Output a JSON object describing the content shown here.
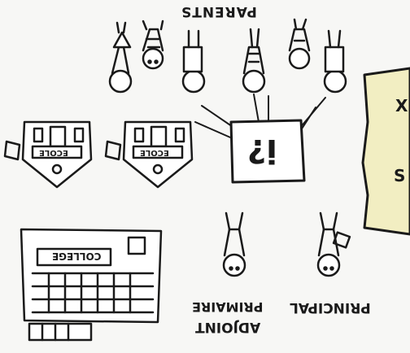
{
  "labels": {
    "parents": "PARENTS",
    "adjoint": "ADJOINT",
    "primaire": "PRIMAIRE",
    "principal": "PRINCIPAL",
    "ecole_1": "ECOLE",
    "ecole_2": "ECOLE",
    "college": "COLLEGE",
    "logo": "i?",
    "note_letter_1": "X",
    "note_letter_2": "S"
  },
  "colors": {
    "note_fill": "#f2eec2",
    "ink": "#1a1a1a"
  }
}
